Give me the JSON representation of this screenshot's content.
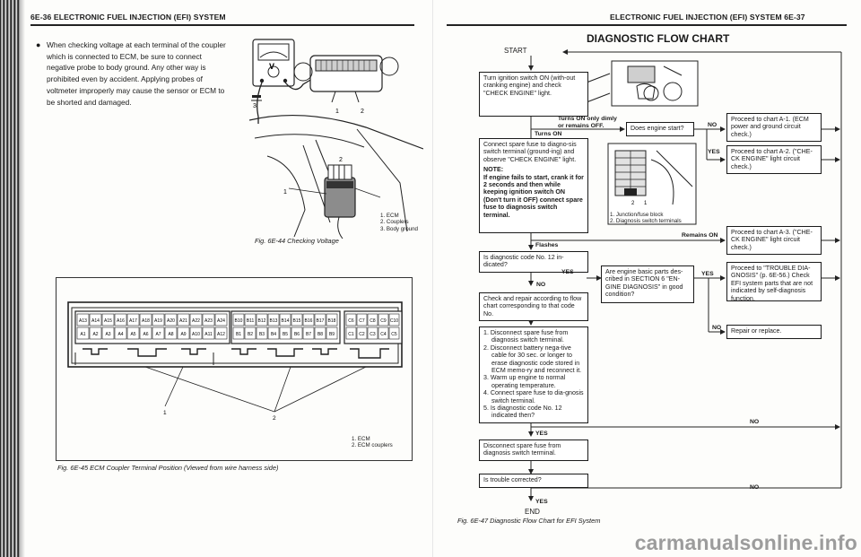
{
  "left_page": {
    "header": "6E-36 ELECTRONIC FUEL INJECTION (EFI) SYSTEM",
    "bullet_text": "When checking voltage at each terminal of the coupler which is connected to ECM, be sure to connect negative probe to body ground. Any other way is prohibited even by accident. Applying probes of voltmeter improperly may cause the sensor or ECM to be shorted and damaged.",
    "fig44": {
      "caption": "Fig. 6E-44  Checking Voltage",
      "legend": [
        "1. ECM",
        "2. Couplers",
        "3. Body ground"
      ],
      "callouts": [
        "1",
        "2",
        "3",
        "1",
        "2"
      ],
      "meter_mark": "V"
    },
    "fig45": {
      "caption": "Fig. 6E-45  ECM Coupler Terminal Position (Viewed from wire harness side)",
      "legend": [
        "1. ECM",
        "2. ECM couplers"
      ],
      "callouts": [
        "1",
        "2"
      ],
      "coupler_a": {
        "top": [
          "A13",
          "A14",
          "A15",
          "A16",
          "A17",
          "A18",
          "A19",
          "A20",
          "A21",
          "A22",
          "A23",
          "A24"
        ],
        "bottom": [
          "A1",
          "A2",
          "A3",
          "A4",
          "A5",
          "A6",
          "A7",
          "A8",
          "A9",
          "A10",
          "A11",
          "A12"
        ]
      },
      "coupler_b": {
        "top": [
          "B10",
          "B11",
          "B12",
          "B13",
          "B14",
          "B15",
          "B16",
          "B17",
          "B18"
        ],
        "bottom": [
          "B1",
          "B2",
          "B3",
          "B4",
          "B5",
          "B6",
          "B7",
          "B8",
          "B9"
        ]
      },
      "coupler_c": {
        "top": [
          "C6",
          "C7",
          "C8",
          "C9",
          "C10"
        ],
        "bottom": [
          "C1",
          "C2",
          "C3",
          "C4",
          "C5"
        ]
      }
    }
  },
  "right_page": {
    "header": "ELECTRONIC FUEL INJECTION (EFI) SYSTEM 6E-37",
    "title": "DIAGNOSTIC FLOW CHART",
    "start": "START",
    "end": "END",
    "boxes": {
      "turn_on": "Turn ignition switch ON (with-out cranking engine) and check \"CHECK ENGINE\" light.",
      "does_start": "Does engine start?",
      "connect_fuse": "Connect spare fuse to diagno-sis switch terminal (ground-ing) and observe \"CHECK ENGINE\" light.",
      "note_title": "NOTE:",
      "note_body": "If engine fails to start, crank it for 2 seconds and then while keeping ignition switch ON (Don't turn it OFF) connect spare fuse to diagnosis switch terminal.",
      "code12": "Is diagnostic code No. 12 in-dicated?",
      "check_repair": "Check and repair according to flow chart corresponding to that code No.",
      "steps": [
        "1. Disconnect spare fuse from diagnosis switch terminal.",
        "2. Disconnect battery nega-tive cable for 30 sec. or longer to erase diagnostic code stored in ECM memo-ry and reconnect it.",
        "3. Warm up engine to normal operating temperature.",
        "4. Connect spare fuse to dia-gnosis switch terminal.",
        "5. Is diagnostic code No. 12 indicated then?"
      ],
      "disconnect": "Disconnect spare fuse from diagnosis switch terminal.",
      "corrected": "Is trouble corrected?",
      "basic_parts": "Are engine basic parts des-cribed in SECTION 6 \"EN-GINE DIAGNOSIS\" in good condition?",
      "a1": "Proceed to chart A-1. (ECM power and ground circuit check.)",
      "a2": "Proceed to chart A-2. (\"CHE-CK ENGINE\" light circuit check.)",
      "a3": "Proceed to chart A-3. (\"CHE-CK ENGINE\" light circuit check.)",
      "trouble_diag": "Proceed to \"TROUBLE DIA-GNOSIS\" (p. 6E-56.) Check EFI system parts that are not indicated by self-diagnosis function.",
      "repair": "Repair or replace."
    },
    "labels": {
      "turns_on_dimly": "Turns ON only dimly",
      "or_remains_off": "or remains OFF.",
      "turns_on": "Turns ON",
      "no": "NO",
      "yes": "YES",
      "remains_on": "Remains ON",
      "flashes": "Flashes"
    },
    "fig_block_legend": [
      "1. Junction/fuse block",
      "2. Diagnosis switch terminals"
    ],
    "fig_block_callouts": [
      "1",
      "2"
    ],
    "caption": "Fig. 6E-47  Diagnostic Flow Chart for EFI System"
  },
  "watermark": "carmanualsonline.info"
}
